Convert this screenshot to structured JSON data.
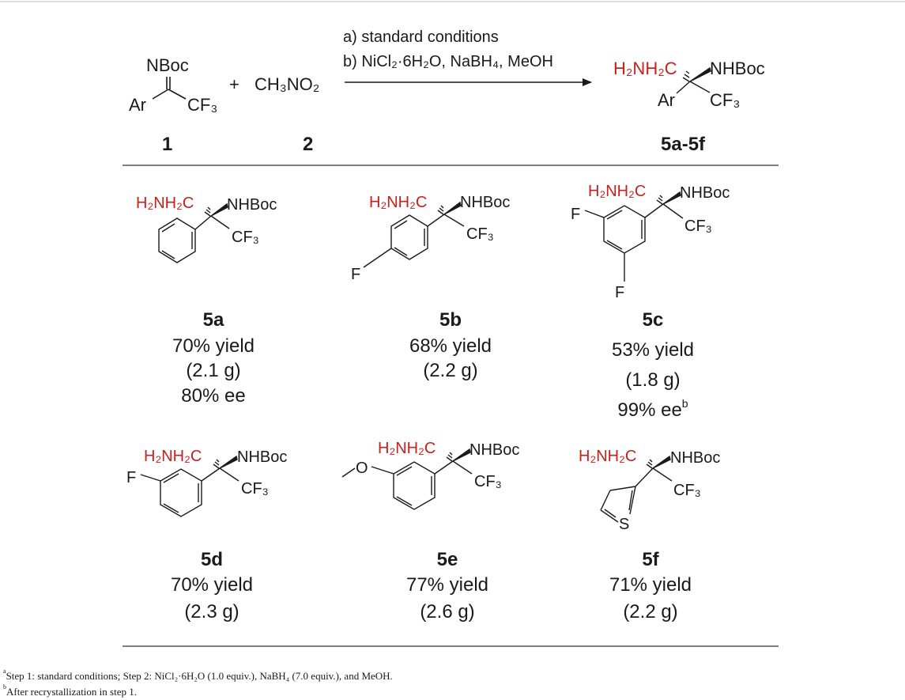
{
  "scheme": {
    "reactant1": {
      "group_top": "NBoc",
      "group_left": "Ar",
      "group_right": "CF₃",
      "label": "1"
    },
    "plus": "+",
    "reactant2": {
      "formula": "CH₃NO₂",
      "label": "2"
    },
    "conditions": [
      "a) standard conditions",
      "b) NiCl₂·6H₂O, NaBH₄, MeOH"
    ],
    "product": {
      "amine": "H₂NH₂C",
      "carbamate": "NHBoc",
      "aryl": "Ar",
      "cf3": "CF₃",
      "label": "5a-5f"
    }
  },
  "fragments": {
    "amine": "H₂NH₂C",
    "carbamate": "NHBoc",
    "cf3": "CF₃",
    "fluoro": "F",
    "sulfur": "S"
  },
  "products": [
    {
      "id": "5a",
      "lines": [
        "70% yield",
        "(2.1 g)",
        "80% ee"
      ]
    },
    {
      "id": "5b",
      "lines": [
        "68% yield",
        "(2.2 g)"
      ]
    },
    {
      "id": "5c",
      "lines": [
        "53% yield",
        "(1.8 g)",
        "99% ee"
      ],
      "note_mark": "b"
    },
    {
      "id": "5d",
      "lines": [
        "70% yield",
        "(2.3 g)"
      ]
    },
    {
      "id": "5e",
      "lines": [
        "77% yield",
        "(2.6 g)"
      ]
    },
    {
      "id": "5f",
      "lines": [
        "71% yield",
        "(2.2 g)"
      ]
    }
  ],
  "footnotes": [
    {
      "mark": "a",
      "text": "Step 1: standard conditions; Step 2: NiCl₂·6H₂O (1.0 equiv.), NaBH₄ (7.0 equiv.), and MeOH."
    },
    {
      "mark": "b",
      "text": "After recrystallization in step 1."
    }
  ],
  "colors": {
    "highlight": "#c8201c",
    "ink": "#1a1a1a",
    "rule": "#333333"
  }
}
